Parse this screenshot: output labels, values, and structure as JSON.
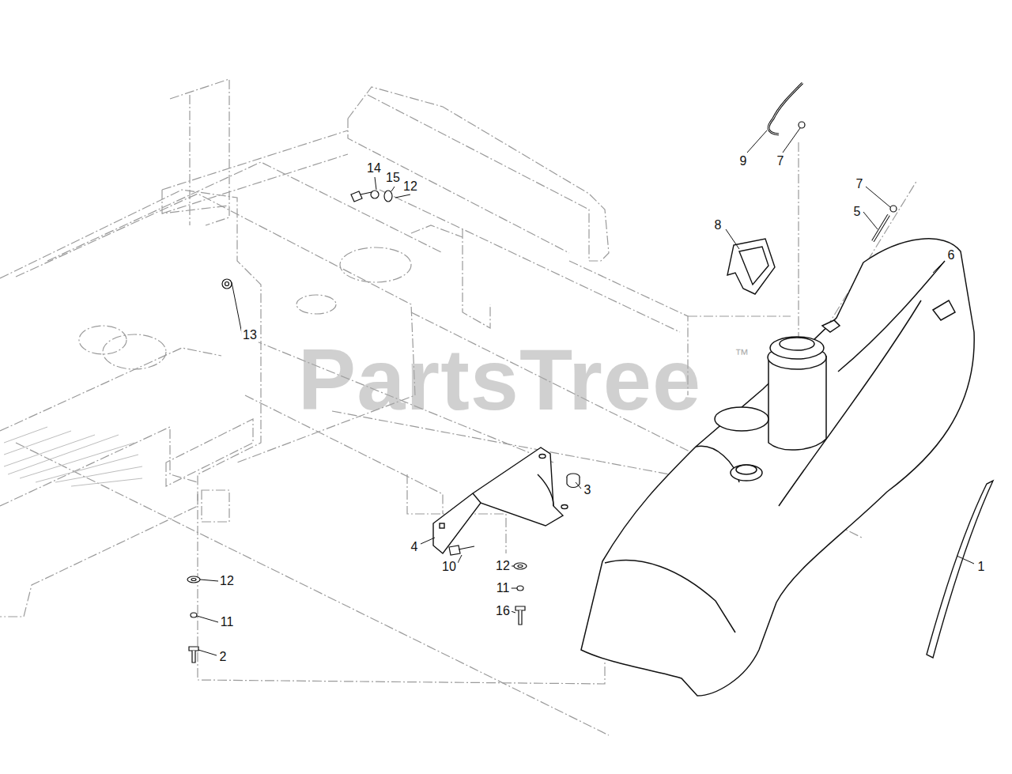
{
  "diagram": {
    "labels": [
      "14",
      "15",
      "12",
      "9",
      "7",
      "7",
      "5",
      "8",
      "6",
      "13",
      "3",
      "4",
      "10",
      "12",
      "11",
      "16",
      "12",
      "11",
      "2",
      "1",
      "PartsTree",
      "™"
    ]
  }
}
